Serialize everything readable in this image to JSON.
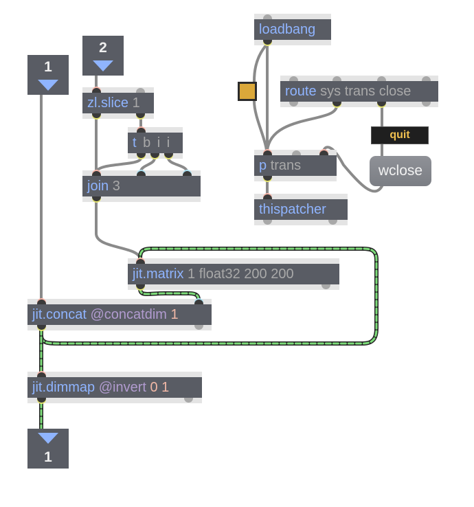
{
  "patcher": {
    "inlets": [
      {
        "id": "inlet-1",
        "number": "1"
      },
      {
        "id": "inlet-2",
        "number": "2"
      }
    ],
    "outlets": [
      {
        "id": "outlet-1",
        "number": "1"
      }
    ],
    "objects": {
      "zl_slice": {
        "class": "zl.slice",
        "args": "1"
      },
      "trigger": {
        "class": "t",
        "args": "b i i"
      },
      "join": {
        "class": "join",
        "args": "3"
      },
      "loadbang": {
        "class": "loadbang",
        "args": ""
      },
      "route": {
        "class": "route",
        "args": "sys trans close"
      },
      "p_trans": {
        "class": "p",
        "args": "trans"
      },
      "thispatcher": {
        "class": "thispatcher",
        "args": ""
      },
      "jit_matrix": {
        "class": "jit.matrix",
        "args": "1 float32 200 200"
      },
      "jit_concat": {
        "class": "jit.concat",
        "attr": "@concatdim",
        "value": "1"
      },
      "jit_dimmap": {
        "class": "jit.dimmap",
        "attr": "@invert",
        "value": "0 1"
      }
    },
    "message": {
      "label": "quit"
    },
    "button": {
      "label": "wclose"
    },
    "toggle": {
      "state": "on"
    },
    "colors": {
      "object_bg": "#595c64",
      "class_text": "#8fb4ff",
      "arg_text": "#a9a9a9",
      "attr_text": "#b19bcf",
      "value_text": "#f2b9a7",
      "matrix_cord": "#7ddc7a",
      "cord": "#8a8a8a",
      "toggle_fill": "#dba83a",
      "message_text": "#f0c050"
    }
  }
}
